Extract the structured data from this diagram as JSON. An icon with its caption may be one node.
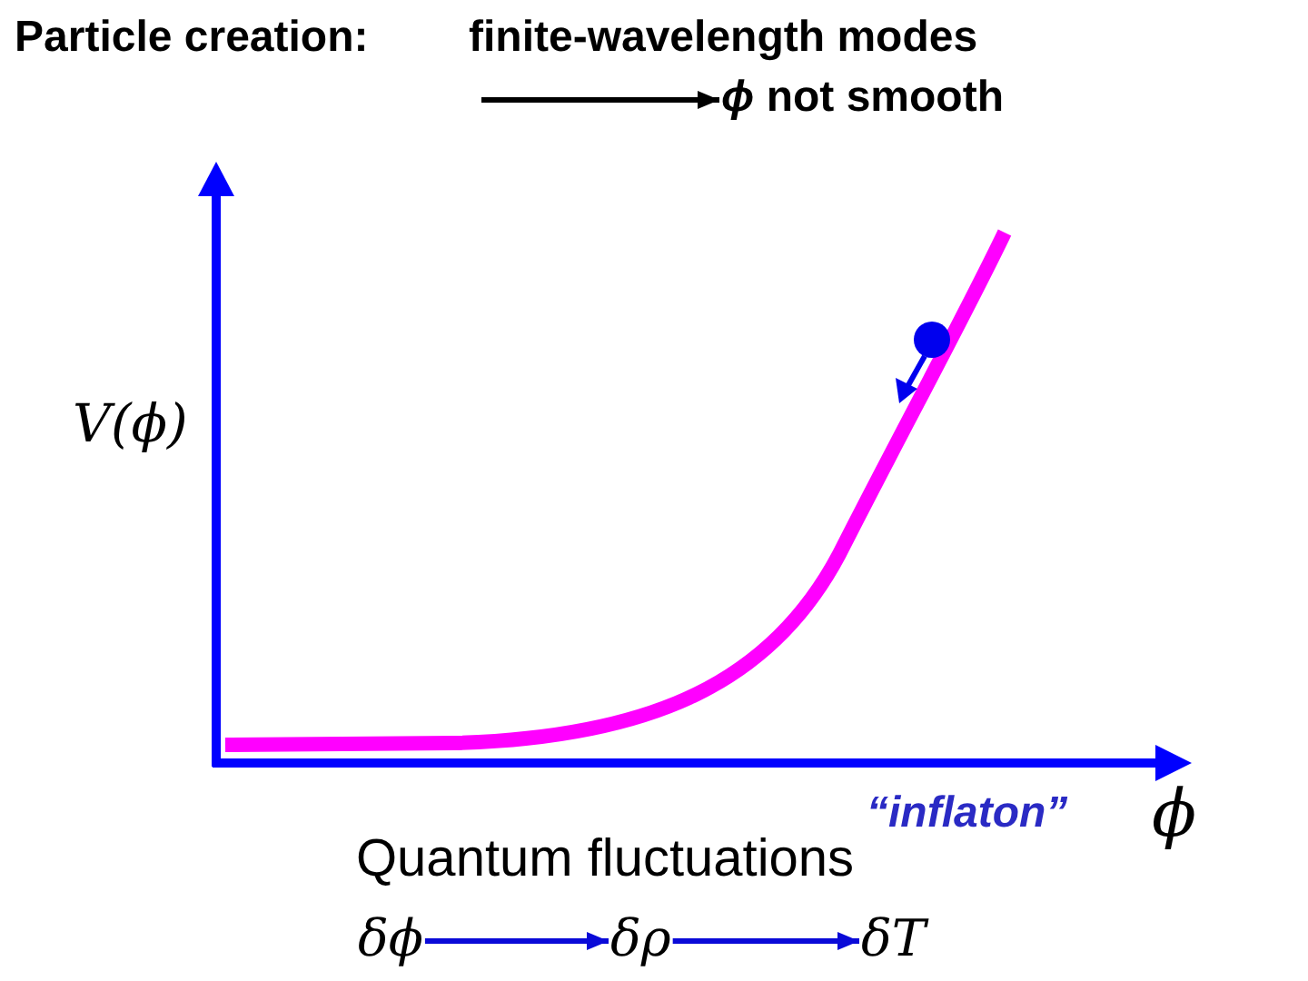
{
  "diagram": {
    "nodes": [
      {
        "text": [
          "finite-wavelength modes"
        ]
      },
      {
        "text": [
          "*ϕ* not smooth"
        ]
      },
      {
        "text": [
          "δϕ"
        ]
      },
      {
        "text": [
          "δρ"
        ]
      },
      {
        "text": [
          "δT"
        ]
      }
    ],
    "edges": [
      {
        "from": 0,
        "to": 1,
        "arrow": "to",
        "color": "#000000"
      },
      {
        "from": 2,
        "to": 3,
        "arrow": "to"
      },
      {
        "from": 3,
        "to": 4,
        "arrow": "to"
      }
    ],
    "labels": [
      "Particle creation:",
      "V(ϕ)",
      "“inflaton”",
      "ϕ",
      "Quantum fluctuations"
    ]
  }
}
